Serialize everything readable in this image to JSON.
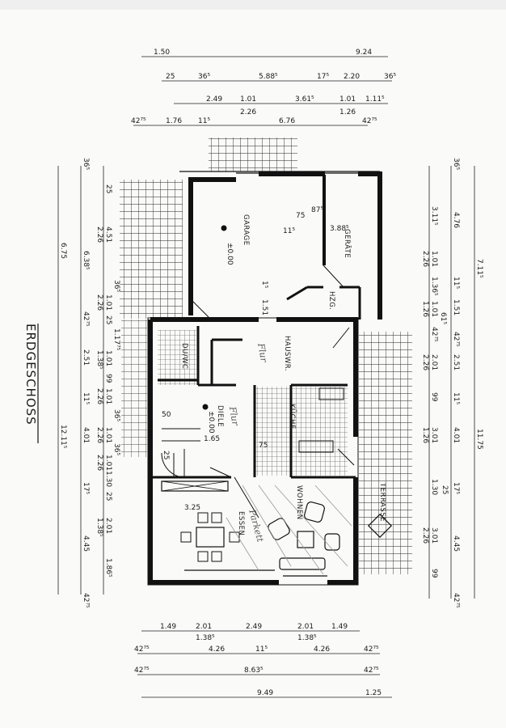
{
  "title": "ERDGESCHOSS",
  "rooms": {
    "garage": "GARAGE",
    "garage_level": "±0.00",
    "geraete": "GERÄTE",
    "hzg": "HZG.",
    "duwc": "DU/WC",
    "hauswr": "HAUSWR.",
    "diele": "DIELE",
    "diele_level": "±0.00",
    "kueche": "KÜCHE",
    "essen": "ESSEN",
    "wohnen": "WOHNEN",
    "terrasse": "TERRASSE"
  },
  "interior_dims": {
    "garage_a": "75",
    "garage_b": "87⁵",
    "garage_c": "11⁵",
    "garage_d": "3.88⁵",
    "passage_a": "1⁵",
    "passage_b": "1.51",
    "stair_a": "50",
    "stair_b": "1.65",
    "stair_c": "25",
    "kitchen_a": "75",
    "essen_a": "3.25"
  },
  "handwritten": {
    "hauswr_note": "Flur",
    "diele_note": "Flur",
    "wohnen_note": "Parkett"
  },
  "dimensions": {
    "top": [
      [
        "1.50",
        "9.24"
      ],
      [
        "25",
        "36⁵",
        "5.88⁵",
        "17⁵",
        "2.20",
        "36⁵"
      ],
      [
        "2.49",
        "1.01",
        "2.26",
        "3.61⁵",
        "1.01",
        "1.26",
        "1.11⁵"
      ],
      [
        "42⁷⁵",
        "1.76",
        "11⁵",
        "6.76",
        "42⁷⁵"
      ]
    ],
    "bottom": [
      [
        "1.49",
        "2.01",
        "1.38⁵",
        "2.49",
        "2.01",
        "1.38⁵",
        "1.49"
      ],
      [
        "42⁷⁵",
        "4.26",
        "11⁵",
        "4.26",
        "42⁷⁵"
      ],
      [
        "42⁷⁵",
        "8.63⁵",
        "42⁷⁵"
      ],
      [
        "9.49",
        "1.25"
      ]
    ],
    "left": [
      [
        "6.75",
        "12.11⁵"
      ],
      [
        "36⁵",
        "6.38⁵",
        "42⁷⁵",
        "2.51",
        "11⁵",
        "4.01",
        "17⁵",
        "4.45",
        "42⁷⁵"
      ],
      [
        "25",
        "4.51",
        "2.26",
        "36⁵",
        "1.01",
        "2.26",
        "25",
        "1.17⁷⁵",
        "1.01",
        "1.38⁵",
        "99",
        "1.01",
        "2.26",
        "36⁵",
        "1.01",
        "2.26",
        "36⁵",
        "1.01",
        "2.26",
        "1.30",
        "25",
        "2.01",
        "1.38⁵",
        "1.86⁵"
      ]
    ],
    "right": [
      [
        "7.11⁵",
        "11.75"
      ],
      [
        "36⁵",
        "4.76",
        "11⁵",
        "1.51",
        "42⁷⁵",
        "2.51",
        "11⁵",
        "4.01",
        "17⁵",
        "4.45",
        "42⁷⁵"
      ],
      [
        "3.11⁵",
        "1.01",
        "2.26",
        "1.36⁵",
        "1.01",
        "1.26",
        "61⁵",
        "42⁷⁵",
        "2.01",
        "2.26",
        "99",
        "3.01",
        "1.26",
        "1.30",
        "25",
        "3.01",
        "2.26",
        "99"
      ]
    ]
  },
  "colors": {
    "ink": "#1a1a1a",
    "paper": "#fafaf8",
    "pencil": "#888888"
  }
}
